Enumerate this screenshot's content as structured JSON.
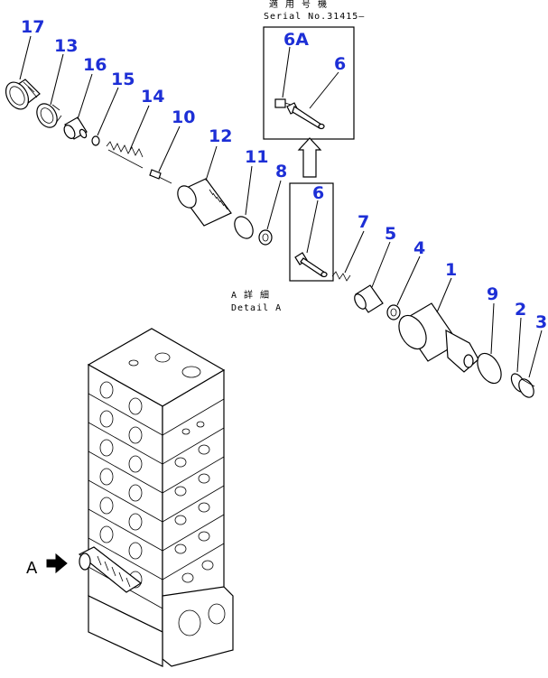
{
  "callouts": {
    "c17": "17",
    "c13": "13",
    "c16": "16",
    "c15": "15",
    "c14": "14",
    "c10": "10",
    "c12": "12",
    "c11": "11",
    "c8": "8",
    "c6a": "6A",
    "c6_top": "6",
    "c6": "6",
    "c7": "7",
    "c5": "5",
    "c4": "4",
    "c1": "1",
    "c9": "9",
    "c2": "2",
    "c3": "3"
  },
  "notes": {
    "serial_jp": "適 用 号 機",
    "serial": "Serial No.31415—",
    "detail_jp": "A 詳 細",
    "detail": "Detail A",
    "view_label": "A"
  },
  "colors": {
    "callout": "#1d2fd6",
    "line": "#000000",
    "background": "#ffffff"
  }
}
